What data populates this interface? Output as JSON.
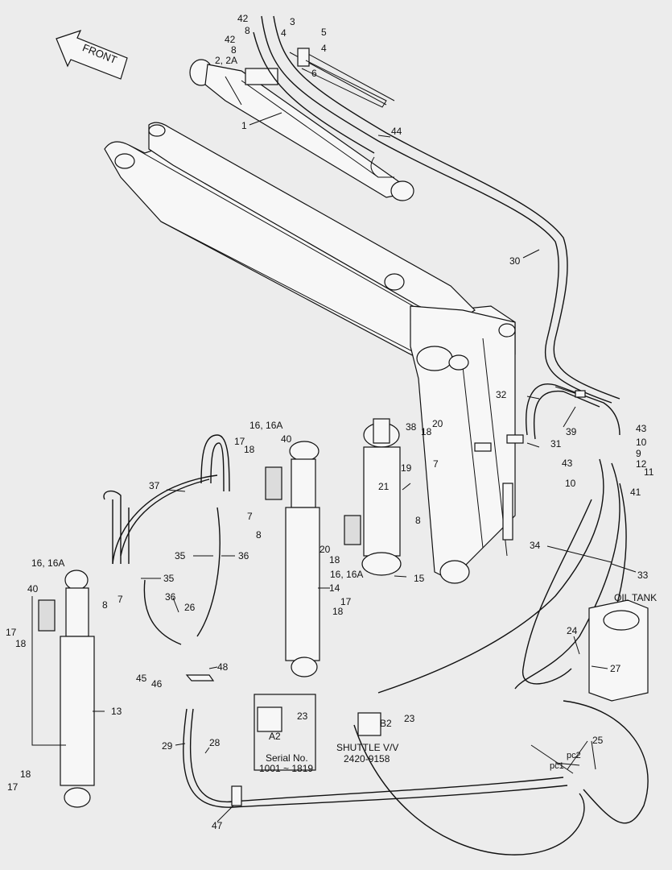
{
  "diagram": {
    "front_label": "FRONT",
    "oil_tank_label": "OIL TANK",
    "inset_left": {
      "port": "A2",
      "caption1": "Serial No.",
      "caption2": "1001 ~ 1819",
      "callout": "23"
    },
    "inset_right": {
      "port": "B2",
      "caption1": "SHUTTLE V/V",
      "caption2": "2420-9158",
      "callout": "23"
    },
    "pc_labels": [
      "pc2",
      "pc1"
    ],
    "callouts": {
      "c42a": "42",
      "c3": "3",
      "c5": "5",
      "c8a": "8",
      "c4a": "4",
      "c4b": "4",
      "c42b": "42",
      "c8b": "8",
      "c2": "2, 2A",
      "c6": "6",
      "c1": "1",
      "c44": "44",
      "c30": "30",
      "c32": "32",
      "c39": "39",
      "c31": "31",
      "c43a": "43",
      "c10a": "10",
      "c9": "9",
      "c43b": "43",
      "c12": "12",
      "c11": "11",
      "c10b": "10",
      "c41": "41",
      "c34": "34",
      "c33": "33",
      "c38": "38",
      "c20a": "20",
      "c18a": "18",
      "c19": "19",
      "c7a": "7",
      "c21": "21",
      "c8c": "8",
      "c16a": "16, 16A",
      "c40a": "40",
      "c17a": "17",
      "c18b": "18",
      "c37": "37",
      "c7b": "7",
      "c8d": "8",
      "c20b": "20",
      "c18c": "18",
      "c16b": "16, 16A",
      "c15": "15",
      "c14": "14",
      "c17b": "17",
      "c18d": "18",
      "c35a": "35",
      "c36a": "36",
      "c35b": "35",
      "c36b": "36",
      "c26": "26",
      "c16c": "16, 16A",
      "c40b": "40",
      "c8e": "8",
      "c7c": "7",
      "c17c": "17",
      "c18e": "18",
      "c45": "45",
      "c46": "46",
      "c48": "48",
      "c13": "13",
      "c29": "29",
      "c28": "28",
      "c24": "24",
      "c27": "27",
      "c25": "25",
      "c17d": "17",
      "c18f": "18",
      "c47": "47"
    }
  }
}
